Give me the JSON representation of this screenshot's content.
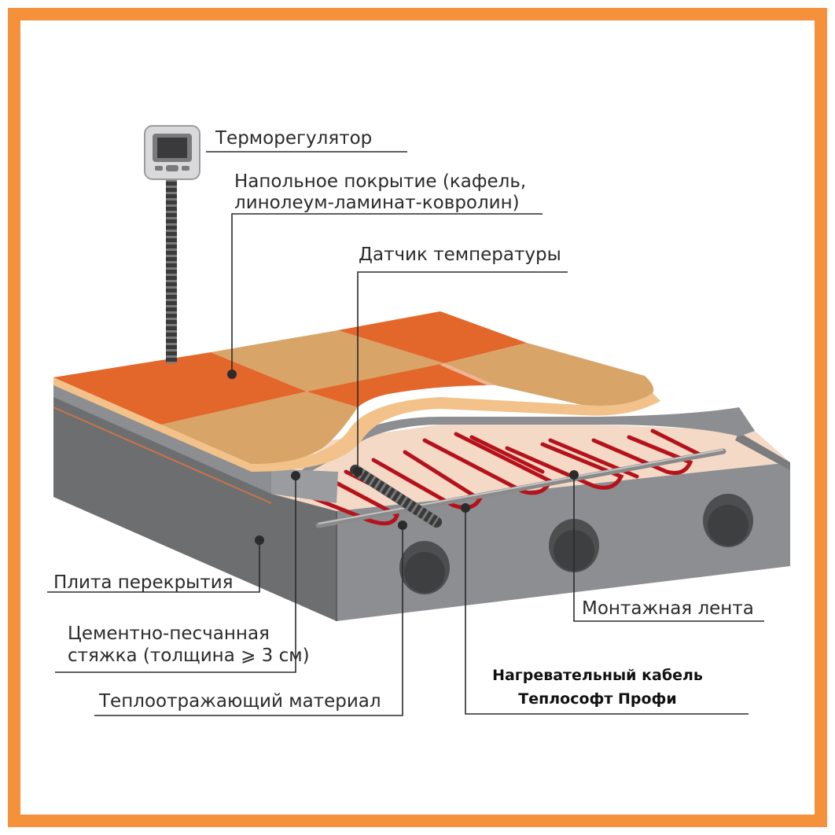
{
  "colors": {
    "frame": "#f5913a",
    "tile_orange": "#e3662a",
    "tile_beige": "#d8a467",
    "slab_gray": "#6d6e70",
    "screed_gray": "#8c8e91",
    "reflective": "#f4d9c6",
    "cable_red": "#b5121b",
    "leader_line": "#2b2b2b"
  },
  "labels": {
    "thermostat": "Терморегулятор",
    "floor_covering_1": "Напольное покрытие (кафель,",
    "floor_covering_2": "линолеум-ламинат-ковролин)",
    "temp_sensor": "Датчик температуры",
    "floor_slab": "Плита перекрытия",
    "screed_1": "Цементно-песчанная",
    "screed_2": "стяжка (толщина ⩾ 3 см)",
    "reflective": "Теплоотражающий материал",
    "mounting_tape": "Монтажная лента",
    "heating_cable_1": "Нагревательный кабель",
    "heating_cable_2": "Теплософт Профи"
  },
  "icons": {
    "thermostat": "thermostat-device-icon",
    "corrugated_tube": "corrugated-conduit-icon"
  }
}
